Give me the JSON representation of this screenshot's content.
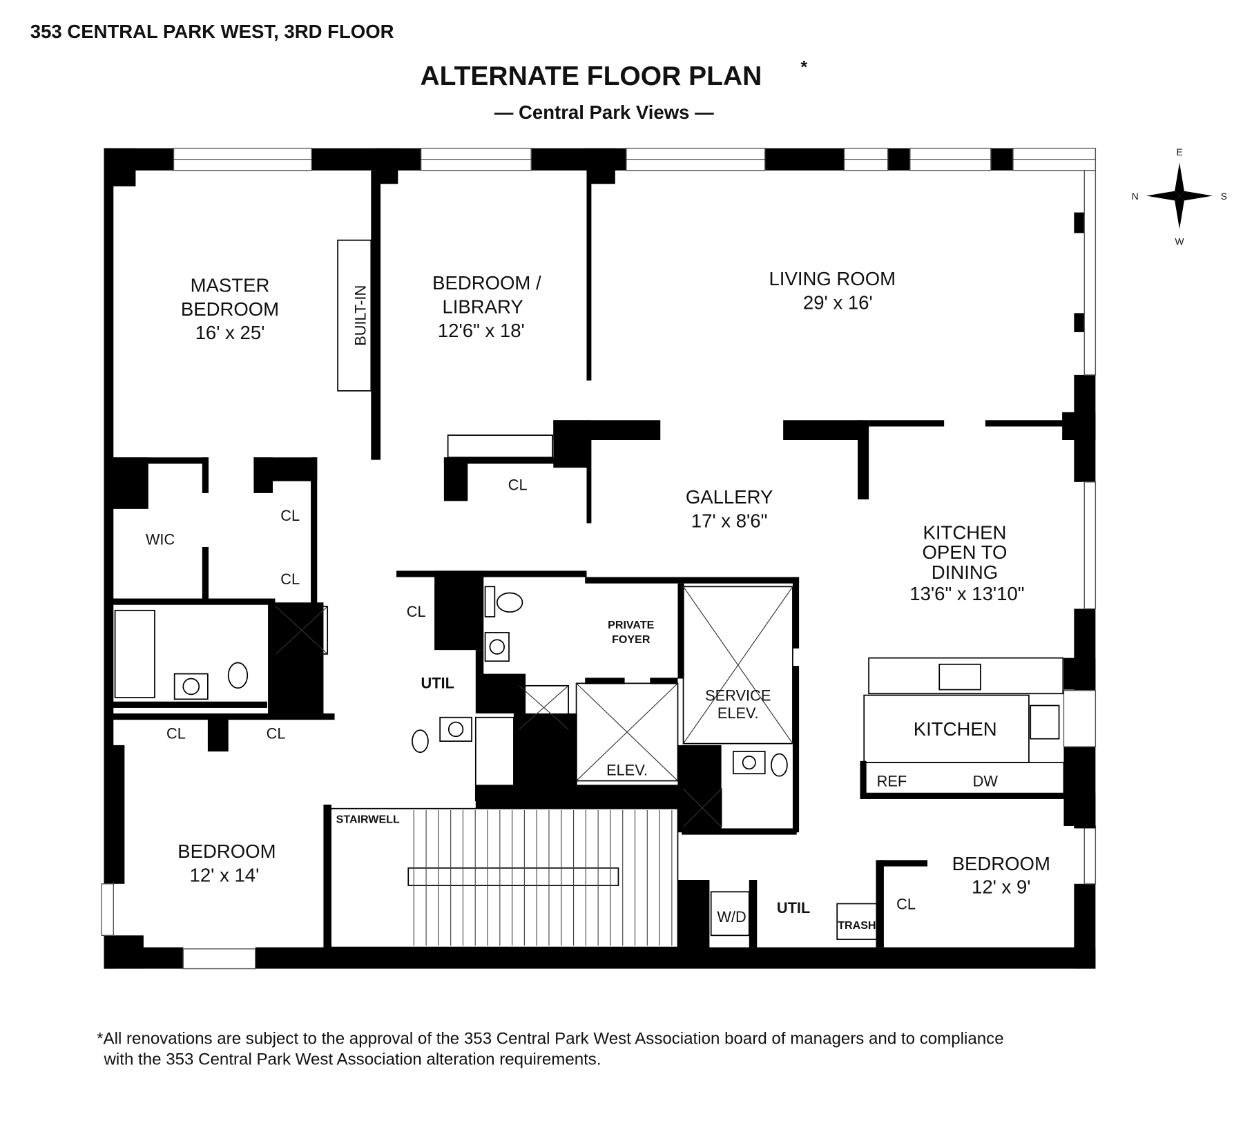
{
  "header": {
    "address": "353 CENTRAL PARK WEST, 3RD FLOOR",
    "title": "ALTERNATE FLOOR PLAN",
    "title_mark": "*",
    "subtitle": "— Central Park Views —"
  },
  "compass": {
    "n": "N",
    "e": "E",
    "s": "S",
    "w": "W"
  },
  "rooms": {
    "master_bedroom": {
      "line1": "MASTER",
      "line2": "BEDROOM",
      "dims": "16' x 25'"
    },
    "built_in": "BUILT-IN",
    "bedroom_library": {
      "line1": "BEDROOM /",
      "line2": "LIBRARY",
      "dims": "12'6\" x 18'"
    },
    "living_room": {
      "name": "LIVING ROOM",
      "dims": "29' x 16'"
    },
    "gallery": {
      "name": "GALLERY",
      "dims": "17' x 8'6\""
    },
    "kitchen_dining": {
      "line1": "KITCHEN",
      "line2": "OPEN TO",
      "line3": "DINING",
      "dims": "13'6\" x 13'10\""
    },
    "kitchen": "KITCHEN",
    "ref": "REF",
    "dw": "DW",
    "wic": "WIC",
    "cl": "CL",
    "util": "UTIL",
    "private_foyer": {
      "line1": "PRIVATE",
      "line2": "FOYER"
    },
    "service_elev": {
      "line1": "SERVICE",
      "line2": "ELEV."
    },
    "elev": "ELEV.",
    "stairwell": "STAIRWELL",
    "bedroom_sw": {
      "name": "BEDROOM",
      "dims": "12' x 14'"
    },
    "bedroom_se": {
      "name": "BEDROOM",
      "dims": "12' x 9'"
    },
    "wd": "W/D",
    "trash": "TRASH"
  },
  "footnote": {
    "line1": "*All renovations are subject to the approval of the 353 Central Park West Association board of managers and to compliance",
    "line2": "with the 353 Central Park West Association alteration requirements."
  }
}
